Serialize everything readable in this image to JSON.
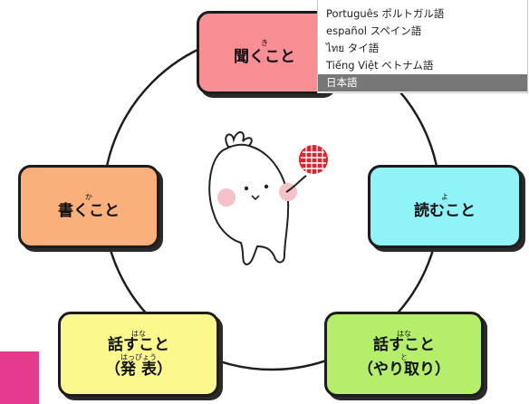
{
  "language_menu": {
    "items": [
      {
        "label": "Português ポルトガル語"
      },
      {
        "label": "español スペイン語"
      },
      {
        "label": "ไทย タイ語"
      },
      {
        "label": "Tiếng Việt ベトナム語"
      },
      {
        "label": "日本語",
        "selected": true
      }
    ]
  },
  "skills": {
    "listening": {
      "ruby": "き",
      "label": "聞くこと"
    },
    "writing": {
      "ruby": "か",
      "label": "書くこと"
    },
    "reading": {
      "ruby": "よ",
      "label": "読むこと"
    },
    "speaking_presentation": {
      "ruby1": "はな",
      "label1": "話すこと",
      "ruby2": "はっぴょう",
      "label2": "（発 表）"
    },
    "speaking_interaction": {
      "ruby1": "はな",
      "label1": "話すこと",
      "ruby2": "と",
      "label2": "（やり取り）"
    }
  },
  "colors": {
    "listening": "#f78f95",
    "writing": "#f9b07a",
    "reading": "#8ff3f7",
    "speaking_presentation": "#fbf98e",
    "speaking_interaction": "#b5ee6b",
    "menu_selected": "#777777",
    "corner_tile": "#e63b8d",
    "logo_red": "#e8202a"
  }
}
